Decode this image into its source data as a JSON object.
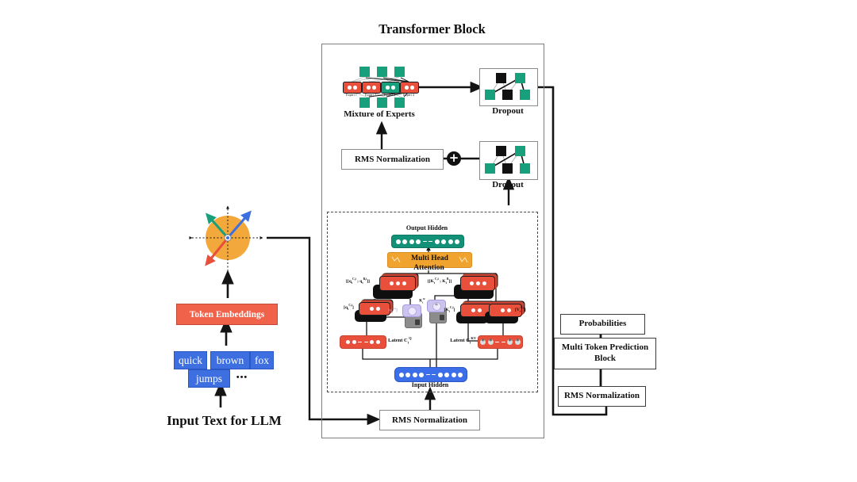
{
  "title": "Transformer Block",
  "colors": {
    "red": "#E8503C",
    "teal": "#18A07C",
    "blue_token": "#3D6FE0",
    "blue_bar": "#3B6EE8",
    "orange_attention": "#F0A42F",
    "orange_circle": "#F3A83C",
    "black": "#141414"
  },
  "left_panel": {
    "token_embeddings": "Token Embeddings",
    "tokens": [
      "quick",
      "brown",
      "fox",
      "jumps"
    ],
    "ellipsis": "•••",
    "caption": "Input Text for LLM"
  },
  "moe": {
    "caption": "Mixture of Experts",
    "experts": [
      {
        "label": "Expert 1"
      },
      {
        "label": "Expert 2"
      },
      {
        "label": "Expert 3"
      },
      {
        "label": "Expert 4"
      }
    ]
  },
  "dropout_top": {
    "label": "Dropout"
  },
  "dropout_mid": {
    "label": "Dropout"
  },
  "rms_mid": {
    "label": "RMS Normalization"
  },
  "icons": {
    "plus": "+",
    "cached_dot_glyph": "*"
  },
  "mla": {
    "output_hidden": "Output Hidden",
    "mha_line1": "Multi Head",
    "mha_line2": "Attention",
    "concat_q": "[[q<sub>t</sub><sup>C,i</sup> ; q<sub>t</sub><sup>R,i</sup>]]",
    "concat_k": "[[K<sub>t</sub><sup>C,i</sup> ; K<sub>t</sub><sup>R</sup>]]",
    "q_c": "[q<sub>t</sub><sup>C,i</sup>]",
    "q_r": "[q<sub>t</sub><sup>R,i</sup>]",
    "k_r": "K<sub>t</sub><sup>R</sup>",
    "k_c": "[K<sub>t</sub><sup>C,i</sup>]",
    "v_c": "[V<sub>t</sub><sup>C,i</sup>]",
    "latent_q": "Latent C<sub>t</sub><sup>Q</sup>",
    "latent_kv": "Latent C<sub>t</sub><sup>KV</sup>",
    "input_hidden": "Input Hidden"
  },
  "rms_bottom": {
    "label": "RMS Normalization"
  },
  "right_panel": {
    "probabilities": "Probabilities",
    "mtp_block": "Multi Token Prediction Block",
    "rms": "RMS Normalization"
  }
}
